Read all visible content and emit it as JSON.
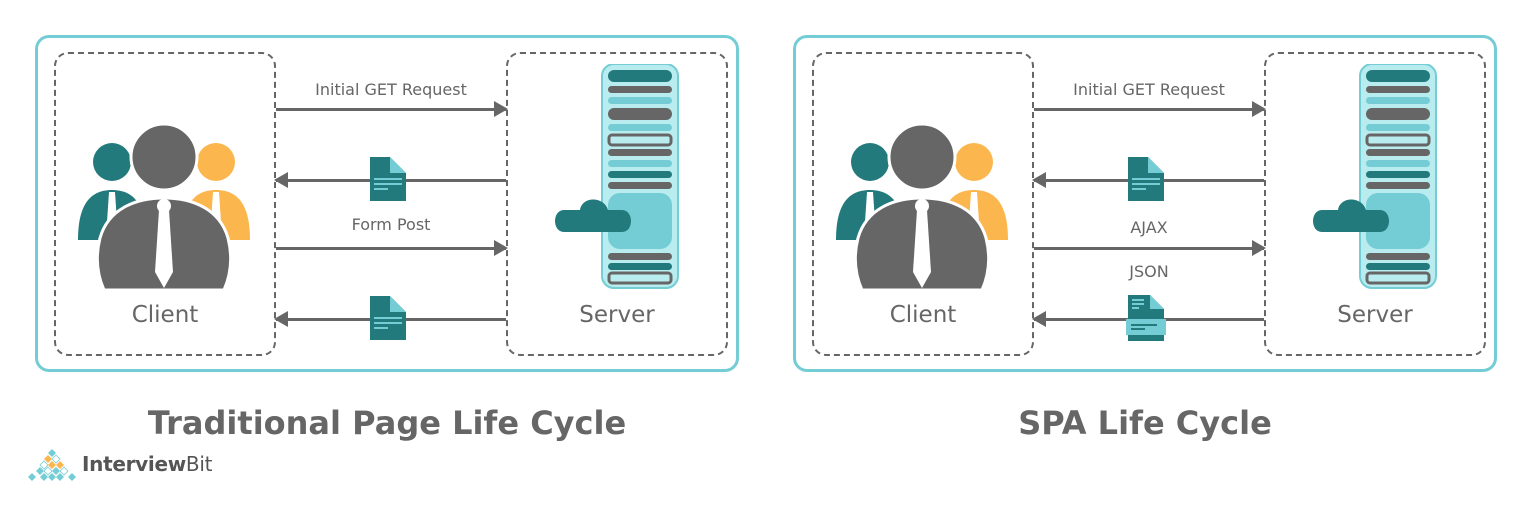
{
  "colors": {
    "panel_border": "#74cdd4",
    "dashed_border": "#666666",
    "teal_dark": "#237a7c",
    "teal_light": "#74cdd4",
    "teal_pale": "#b9ecef",
    "gray": "#666666",
    "orange": "#fbb64d",
    "text": "#666666"
  },
  "diagrams": [
    {
      "title": "Traditional Page Life Cycle",
      "client_label": "Client",
      "server_label": "Server",
      "messages": [
        {
          "label": "Initial GET Request",
          "direction": "client-to-server",
          "icon": "document-icon"
        },
        {
          "label": "",
          "direction": "server-to-client",
          "icon": "document-icon"
        },
        {
          "label": "Form Post",
          "direction": "client-to-server",
          "icon": ""
        },
        {
          "label": "",
          "direction": "server-to-client",
          "icon": "document-icon"
        }
      ]
    },
    {
      "title": "SPA Life Cycle",
      "client_label": "Client",
      "server_label": "Server",
      "messages": [
        {
          "label": "Initial GET Request",
          "direction": "client-to-server",
          "icon": ""
        },
        {
          "label": "",
          "direction": "server-to-client",
          "icon": "document-icon"
        },
        {
          "label": "AJAX",
          "direction": "client-to-server",
          "icon": ""
        },
        {
          "label": "JSON",
          "direction": "server-to-client",
          "icon": "json-document-icon"
        }
      ]
    }
  ],
  "logo": {
    "bold": "Interview",
    "regular": "Bit"
  }
}
